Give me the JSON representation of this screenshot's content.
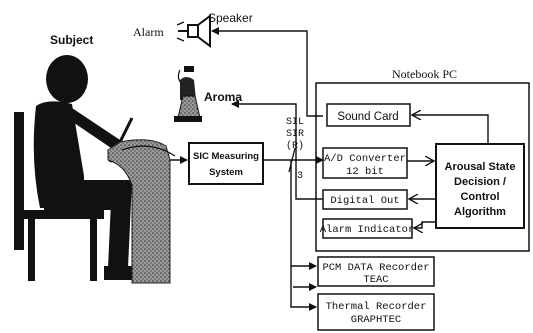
{
  "labels": {
    "subject": "Subject",
    "alarm": "Alarm",
    "speaker": "Speaker",
    "aroma": "Aroma",
    "notebook_pc": "Notebook PC",
    "sic_line1": "SIC Measuring",
    "sic_line2": "System",
    "signals": [
      "SIL",
      "SIR",
      "(R)"
    ],
    "channel_count": "3",
    "sound_card": "Sound Card",
    "ad_line1": "A/D Converter",
    "ad_line2": "12 bit",
    "digital_out": "Digital Out",
    "alarm_indicator": "Alarm Indicator",
    "arousal_line1": "Arousal State",
    "arousal_line2": "Decision /",
    "arousal_line3": "Control",
    "arousal_line4": "Algorithm",
    "pcm_line1": "PCM DATA Recorder",
    "pcm_line2": "TEAC",
    "thermal_line1": "Thermal Recorder",
    "thermal_line2": "GRAPHTEC"
  }
}
